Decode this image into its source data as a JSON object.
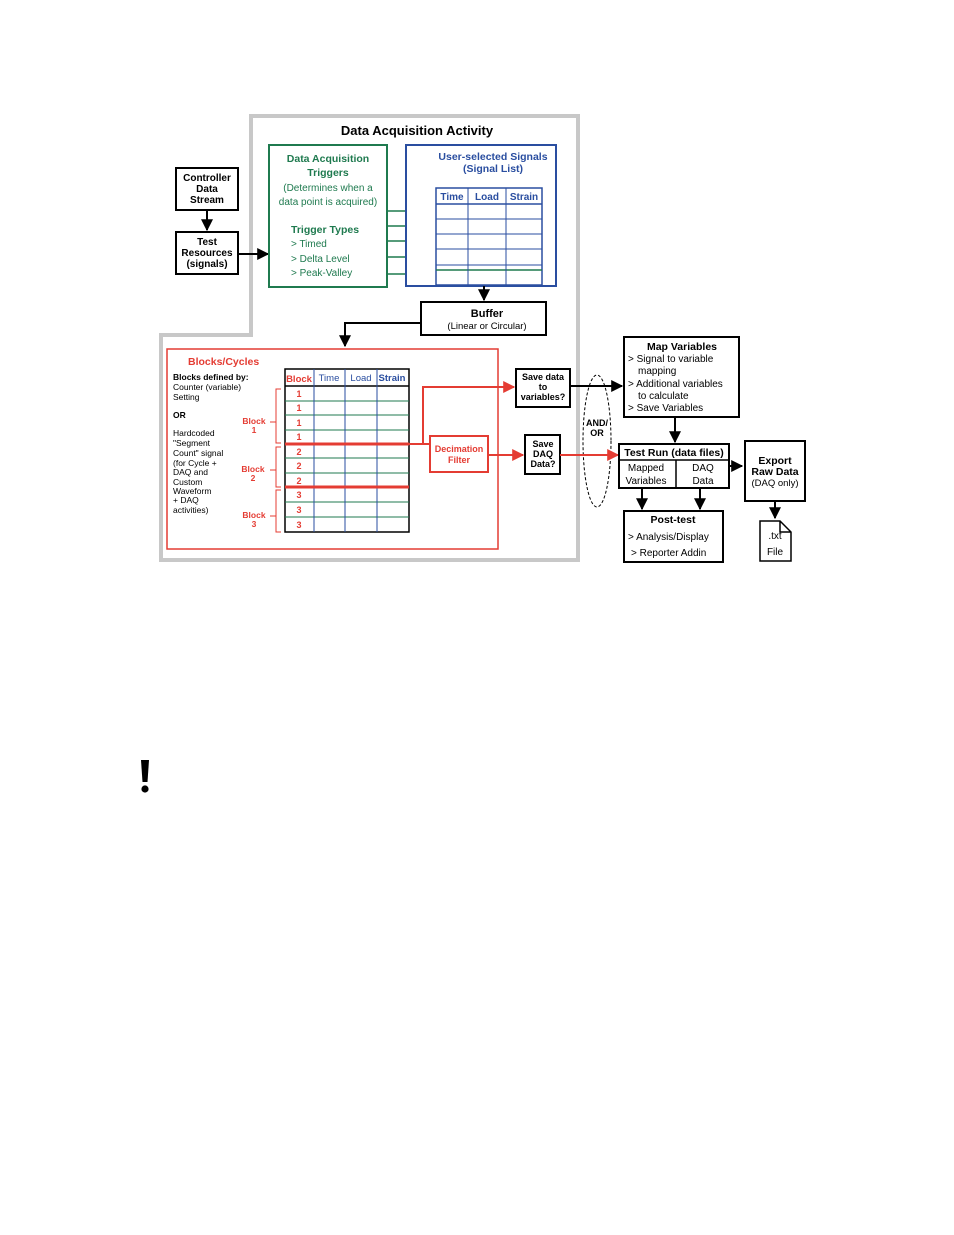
{
  "colors": {
    "gray": "#c8c8c8",
    "green": "#1f7a4f",
    "blue": "#2a4ea0",
    "red": "#e43c33",
    "black": "#000000"
  },
  "daq_activity": {
    "title": "Data Acquisition Activity"
  },
  "controller": {
    "line1": "Controller",
    "line2": "Data",
    "line3": "Stream"
  },
  "test_resources": {
    "line1": "Test",
    "line2": "Resources",
    "line3": "(signals)"
  },
  "triggers": {
    "title1": "Data Acquisition",
    "title2": "Triggers",
    "desc1": "(Determines when a",
    "desc2": "data point is acquired)",
    "types_title": "Trigger Types",
    "types": [
      "> Timed",
      "> Delta Level",
      "> Peak-Valley"
    ]
  },
  "signals": {
    "title1": "User-selected Signals",
    "title2": "(Signal List)",
    "columns": [
      "Time",
      "Load",
      "Strain"
    ]
  },
  "buffer": {
    "title": "Buffer",
    "subtitle": "(Linear or Circular)"
  },
  "blocks": {
    "title": "Blocks/Cycles",
    "desc": [
      "Blocks defined by:",
      "Counter (variable)",
      "Setting",
      "",
      "OR",
      "",
      "Hardcoded",
      "\"Segment",
      "Count\" signal",
      "(for Cycle +",
      "DAQ and",
      "Custom",
      "Waveform",
      "+ DAQ",
      "activities)"
    ],
    "columns": [
      "Block",
      "Time",
      "Load",
      "Strain"
    ],
    "rows": [
      "1",
      "1",
      "1",
      "1",
      "2",
      "2",
      "2",
      "3",
      "3",
      "3"
    ],
    "groups": [
      {
        "l1": "Block",
        "l2": "1"
      },
      {
        "l1": "Block",
        "l2": "2"
      },
      {
        "l1": "Block",
        "l2": "3"
      }
    ]
  },
  "decimation": {
    "line1": "Decimation",
    "line2": "Filter"
  },
  "save_vars": {
    "line1": "Save data",
    "line2": "to",
    "line3": "variables?"
  },
  "save_daq": {
    "line1": "Save",
    "line2": "DAQ",
    "line3": "Data?"
  },
  "and_or": {
    "line1": "AND/",
    "line2": "OR"
  },
  "map_vars": {
    "title": "Map Variables",
    "lines": [
      "> Signal to variable",
      "mapping",
      "> Additional variables",
      "to calculate",
      "> Save Variables"
    ]
  },
  "test_run": {
    "title": "Test Run (data files)",
    "left1": "Mapped",
    "left2": "Variables",
    "right1": "DAQ",
    "right2": "Data"
  },
  "export": {
    "line1": "Export",
    "line2": "Raw Data",
    "line3": "(DAQ only)"
  },
  "post_test": {
    "title": "Post-test",
    "items": [
      "> Analysis/Display",
      "> Reporter Addin"
    ]
  },
  "file": {
    "line1": ".txt",
    "line2": "File"
  },
  "note_icon": "exclamation-icon"
}
